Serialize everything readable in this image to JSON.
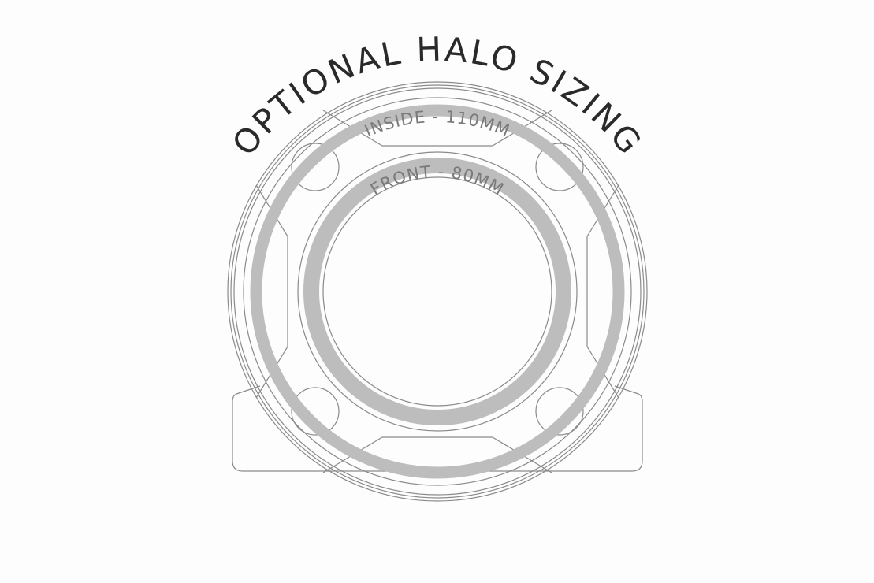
{
  "title": "OPTIONAL HALO SIZING",
  "rings": {
    "inside_label": "INSIDE - 110MM",
    "front_label": "FRONT - 80MM"
  },
  "colors": {
    "halo_ring": "#bdbdbd",
    "title_text": "#2a2a2a",
    "label_text": "#7a7a7a",
    "outline": "#8a8a8a"
  }
}
